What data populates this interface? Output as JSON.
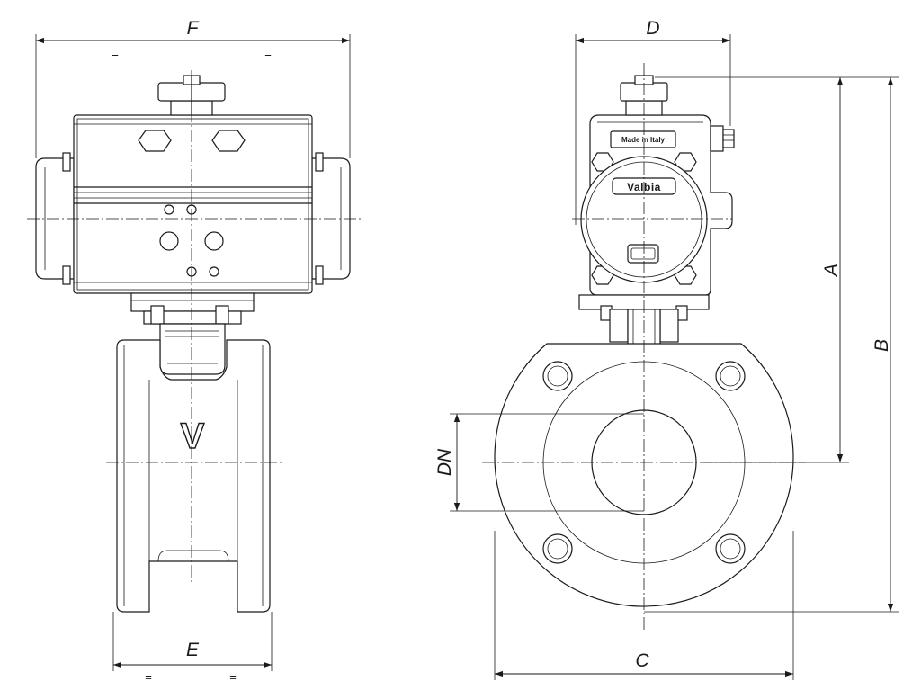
{
  "labels": {
    "F": "F",
    "E": "E",
    "D": "D",
    "C": "C",
    "A": "A",
    "B": "B",
    "DN": "DN"
  },
  "equals_mark": "=",
  "plate_text": "Made in Italy",
  "brand_text": "Valbia",
  "body_mark": "V"
}
